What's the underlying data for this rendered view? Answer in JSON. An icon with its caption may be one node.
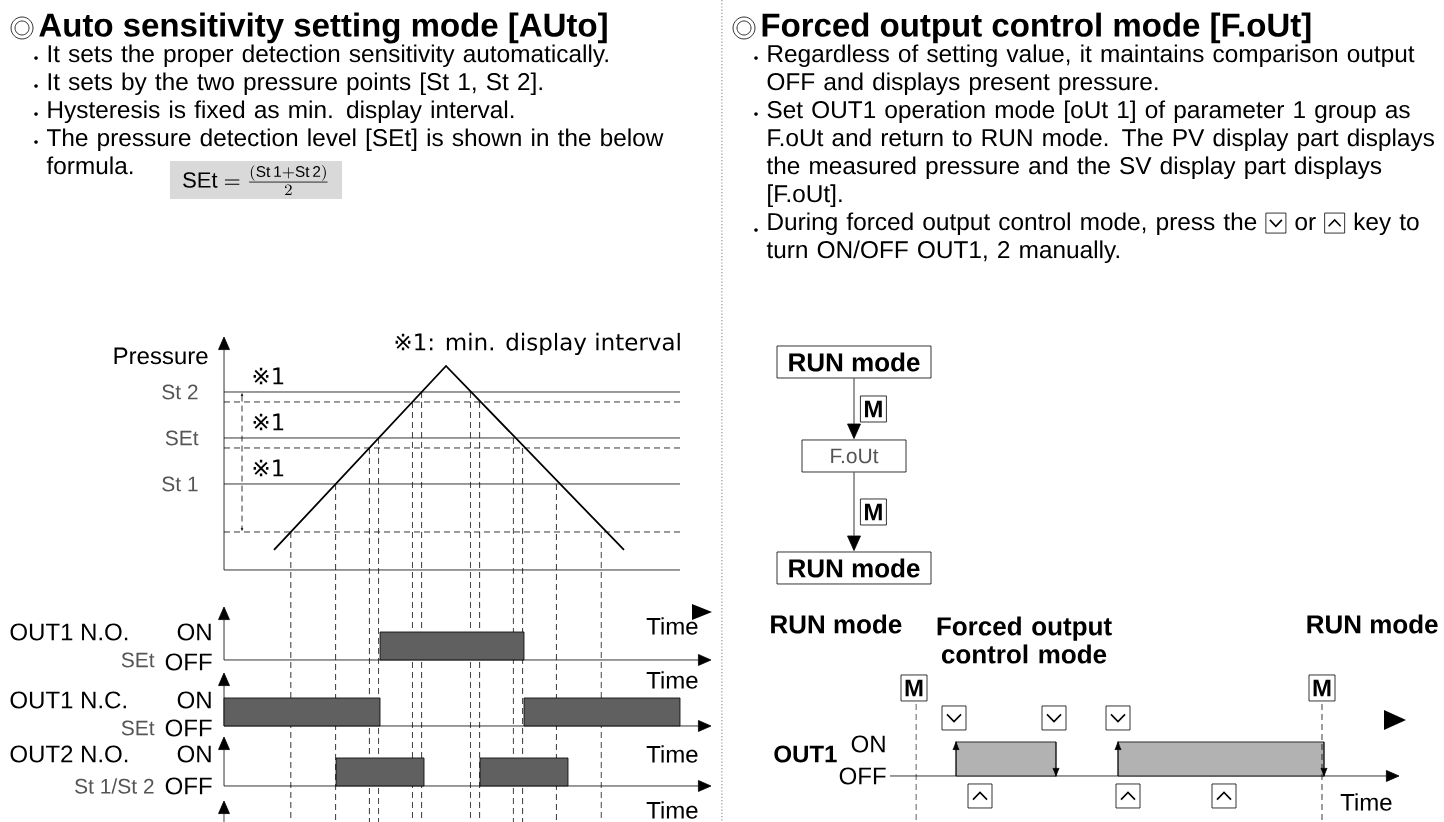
{
  "diagram": {
    "nodes": [
      {
        "text": [
          "RUN mode"
        ]
      },
      {
        "text": [
          "F.oUt"
        ]
      },
      {
        "text": [
          "RUN mode"
        ]
      }
    ],
    "edges": [
      {
        "from": 0,
        "to": 1,
        "arrow": "to",
        "label": "M"
      },
      {
        "from": 1,
        "to": 2,
        "arrow": "to",
        "label": "M"
      }
    ],
    "labels": [
      "Auto sensitivity setting mode [AUto]",
      "It sets the proper detection sensitivity automatically.",
      "It sets by the two pressure points [St 1, St 2].",
      "Hysteresis is fixed as min. display interval.",
      "The pressure detection level [SEt] is shown in the below formula.",
      "\\mathrm{SEt} = \\frac{(\\mathrm{St\\,1}+\\mathrm{St\\,2})}{2}",
      "Pressure",
      "St 2",
      "SEt",
      "St 1",
      "※1",
      "※1",
      "※1",
      "※1: min. display interval",
      "OUT1 N.O.",
      "ON",
      "SEt",
      "OFF",
      "Time",
      "OUT1 N.C.",
      "ON",
      "SEt",
      "OFF",
      "Time",
      "OUT2 N.O.",
      "ON",
      "St 1/St 2",
      "OFF",
      "Time",
      "Time",
      "Forced output control mode [F.oUt]",
      "Regardless of setting value, it maintains comparison output OFF and displays present pressure.",
      "Set OUT1 operation mode [oUt 1] of parameter 1 group as F.oUt and return to RUN mode. The PV display part displays the measured pressure and the SV display part displays [F.oUt].",
      "During forced output control mode, press the",
      "or",
      "key to turn ON/OFF OUT1, 2 manually.",
      "RUN mode",
      "Forced output control mode",
      "RUN mode",
      "M",
      "M",
      "OUT1",
      "ON",
      "OFF",
      "Time"
    ]
  }
}
